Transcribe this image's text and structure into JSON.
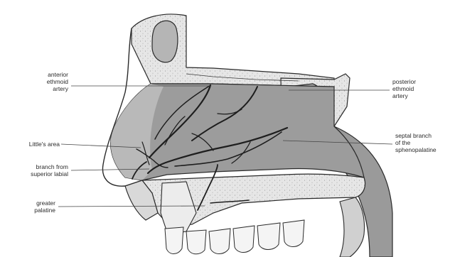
{
  "labels": {
    "anterior_ethmoid": "anterior\nethmoid\nartery",
    "littles_area": "Little's area",
    "superior_labial": "branch from\nsuperior labial",
    "greater_palatine": "greater\npalatine",
    "posterior_ethmoid": "posterior\nethmoid\nartery",
    "sphenopalatine": "septal branch\nof the\nsphenopalatine"
  },
  "colors": {
    "septum_fill": "#9a9a9a",
    "bone_fill": "#e4e4e4",
    "sinus_fill": "#b5b5b5",
    "vessel": "#1e1e1e",
    "outline": "#2a2a2a",
    "leader": "#444444"
  }
}
